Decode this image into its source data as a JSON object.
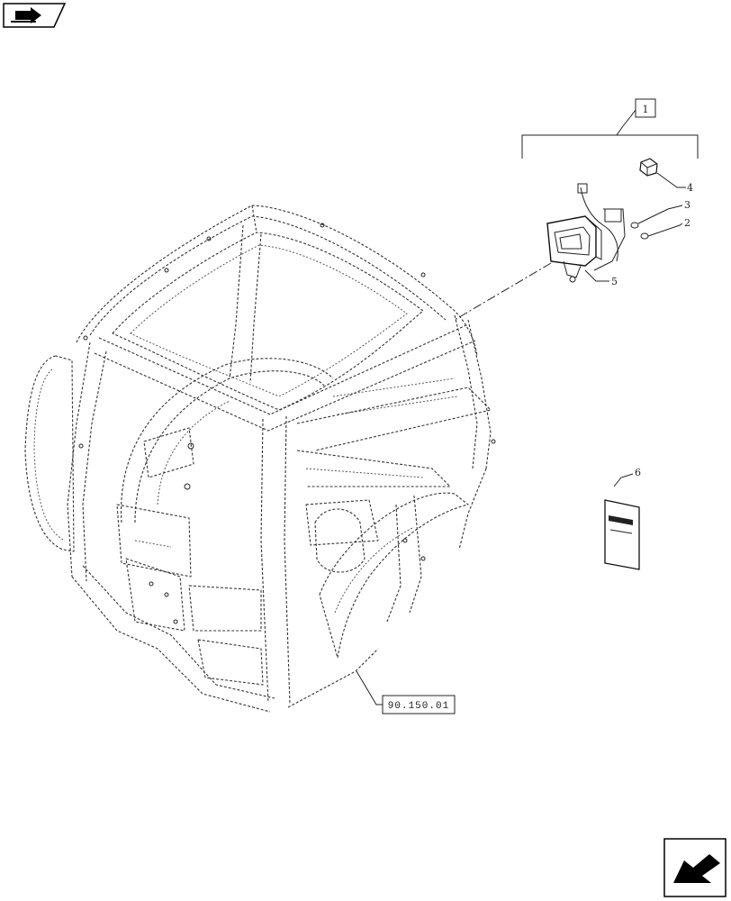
{
  "callouts": {
    "group_label": "1",
    "item_2": "2",
    "item_3": "3",
    "item_4": "4",
    "item_5": "5",
    "item_6": "6"
  },
  "reference": {
    "cab_ref": "90.150.01"
  },
  "icons": {
    "top_left": "book-arrow-icon",
    "bottom_right": "next-page-arrow-icon"
  }
}
